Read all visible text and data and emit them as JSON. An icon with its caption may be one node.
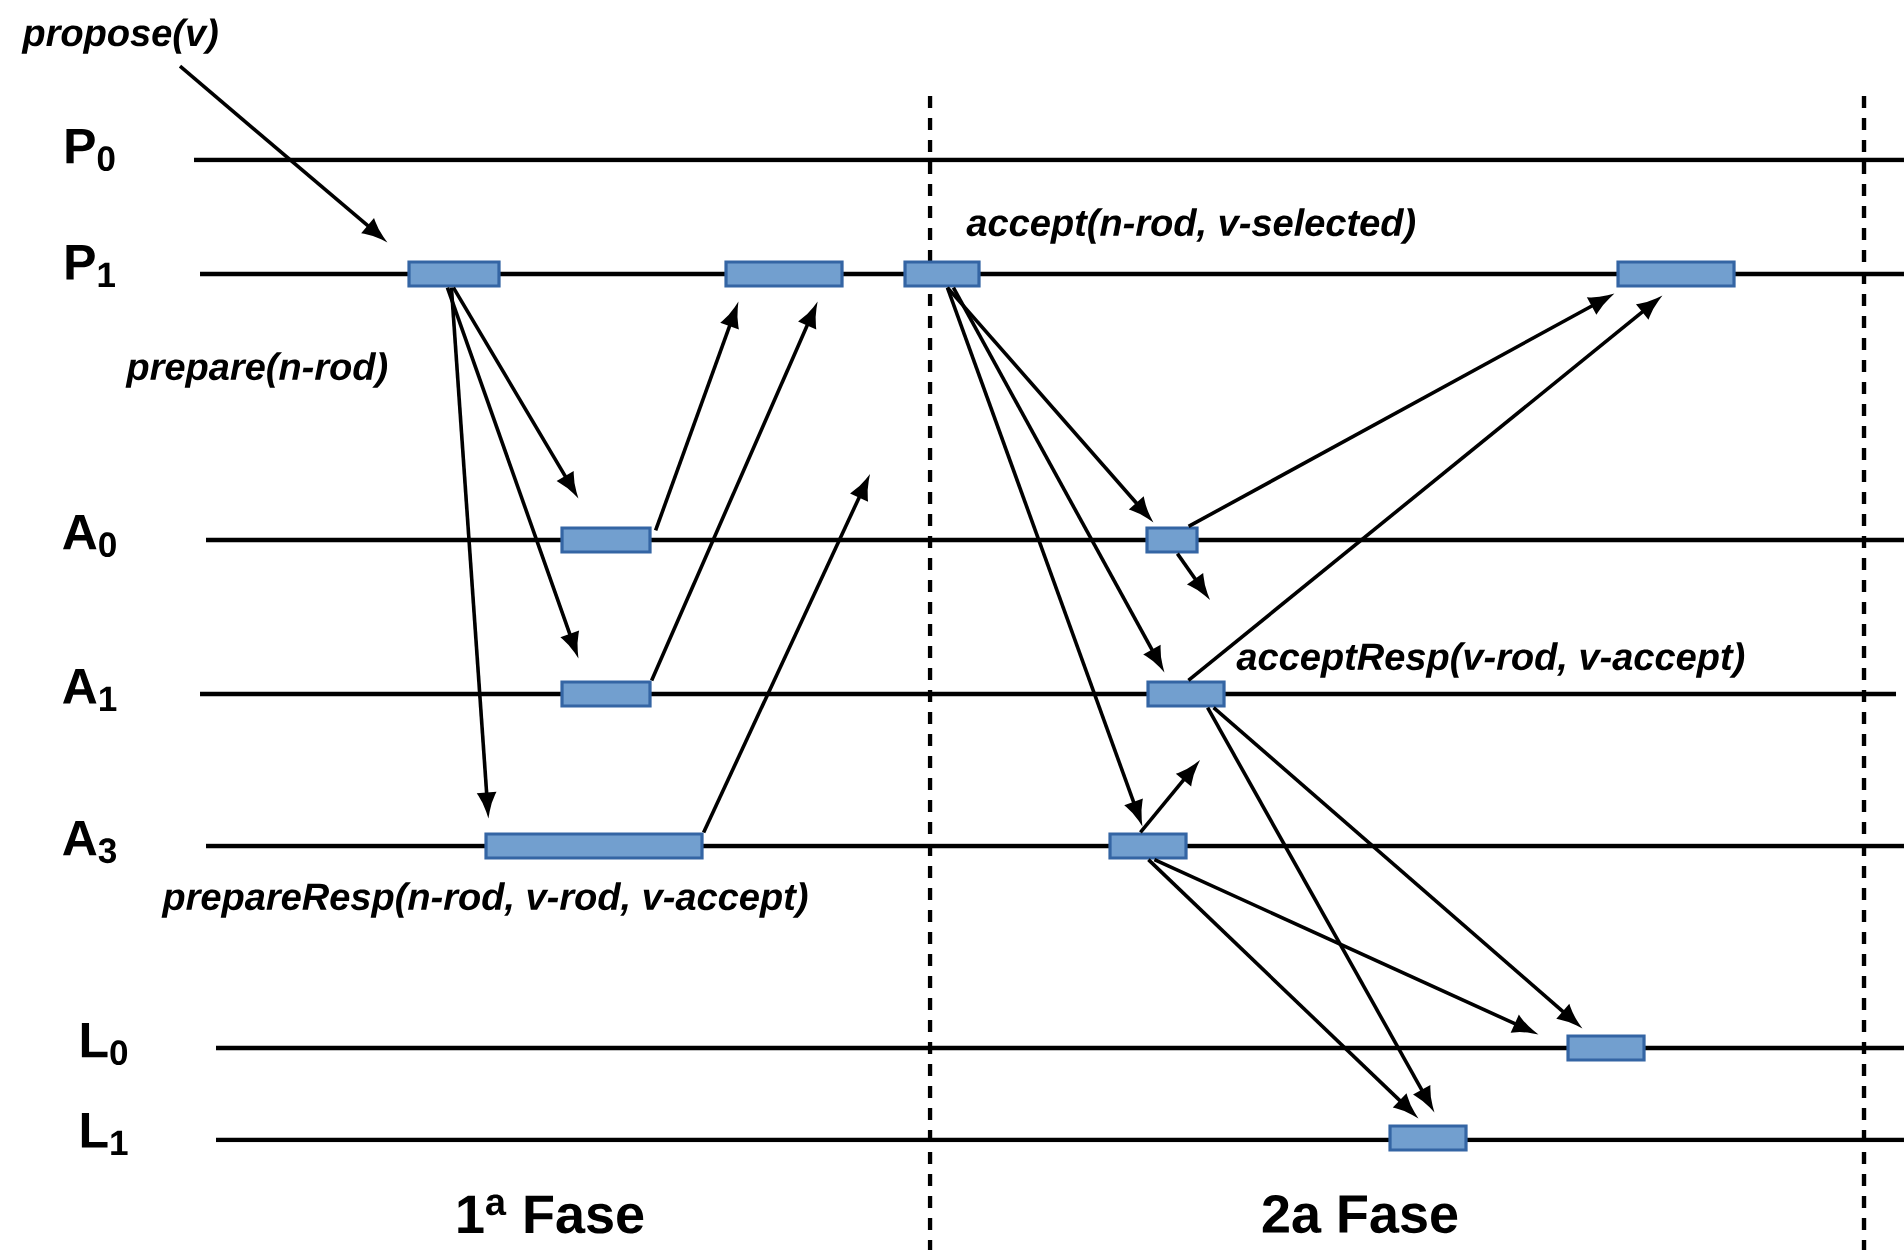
{
  "diagram": {
    "nodes": [
      {
        "text": [
          "propose(v)"
        ]
      },
      {
        "text": [],
        "shape": "bar"
      },
      {
        "text": [],
        "shape": "bar"
      },
      {
        "text": [],
        "shape": "bar"
      },
      {
        "text": [],
        "shape": "bar"
      },
      {
        "text": [],
        "shape": "bar"
      },
      {
        "text": [],
        "shape": "bar"
      },
      {
        "text": [],
        "shape": "bar"
      },
      {
        "text": [],
        "shape": "bar"
      },
      {
        "text": [],
        "shape": "bar"
      },
      {
        "text": [],
        "shape": "bar"
      },
      {
        "text": [],
        "shape": "bar"
      },
      {
        "text": [],
        "shape": "bar"
      }
    ],
    "edges": [
      {
        "from": 0,
        "to": 1,
        "arrow": "to"
      },
      {
        "from": 1,
        "to": 5,
        "arrow": "to"
      },
      {
        "from": 1,
        "to": 7,
        "arrow": "to"
      },
      {
        "from": 1,
        "to": 9,
        "arrow": "to"
      },
      {
        "from": 5,
        "to": 2,
        "arrow": "to"
      },
      {
        "from": 7,
        "to": 2,
        "arrow": "to"
      },
      {
        "from": 9,
        "to": null,
        "arrow": "to"
      },
      {
        "from": 3,
        "to": 6,
        "arrow": "to"
      },
      {
        "from": 3,
        "to": 8,
        "arrow": "to"
      },
      {
        "from": 3,
        "to": 10,
        "arrow": "to"
      },
      {
        "from": 6,
        "to": 4,
        "arrow": "to"
      },
      {
        "from": 6,
        "to": null,
        "arrow": "to"
      },
      {
        "from": 8,
        "to": 4,
        "arrow": "to"
      },
      {
        "from": 8,
        "to": 11,
        "arrow": "to"
      },
      {
        "from": 8,
        "to": 12,
        "arrow": "to"
      },
      {
        "from": 10,
        "to": null,
        "arrow": "to"
      },
      {
        "from": 10,
        "to": 11,
        "arrow": "to"
      },
      {
        "from": 10,
        "to": 12,
        "arrow": "to"
      }
    ],
    "labels": [
      "P$_{0}$",
      "P$_{1}$",
      "accept(n-rod, v-selected)",
      "prepare(n-rod)",
      "A$_{0}$",
      "acceptResp(v-rod, v-accept)",
      "A$_{1}$",
      "A$_{3}$",
      "prepareResp(n-rod, v-rod, v-accept)",
      "L$_{0}$",
      "L$_{1}$",
      "1$^{a}$ Fase",
      "2a Fase"
    ]
  }
}
